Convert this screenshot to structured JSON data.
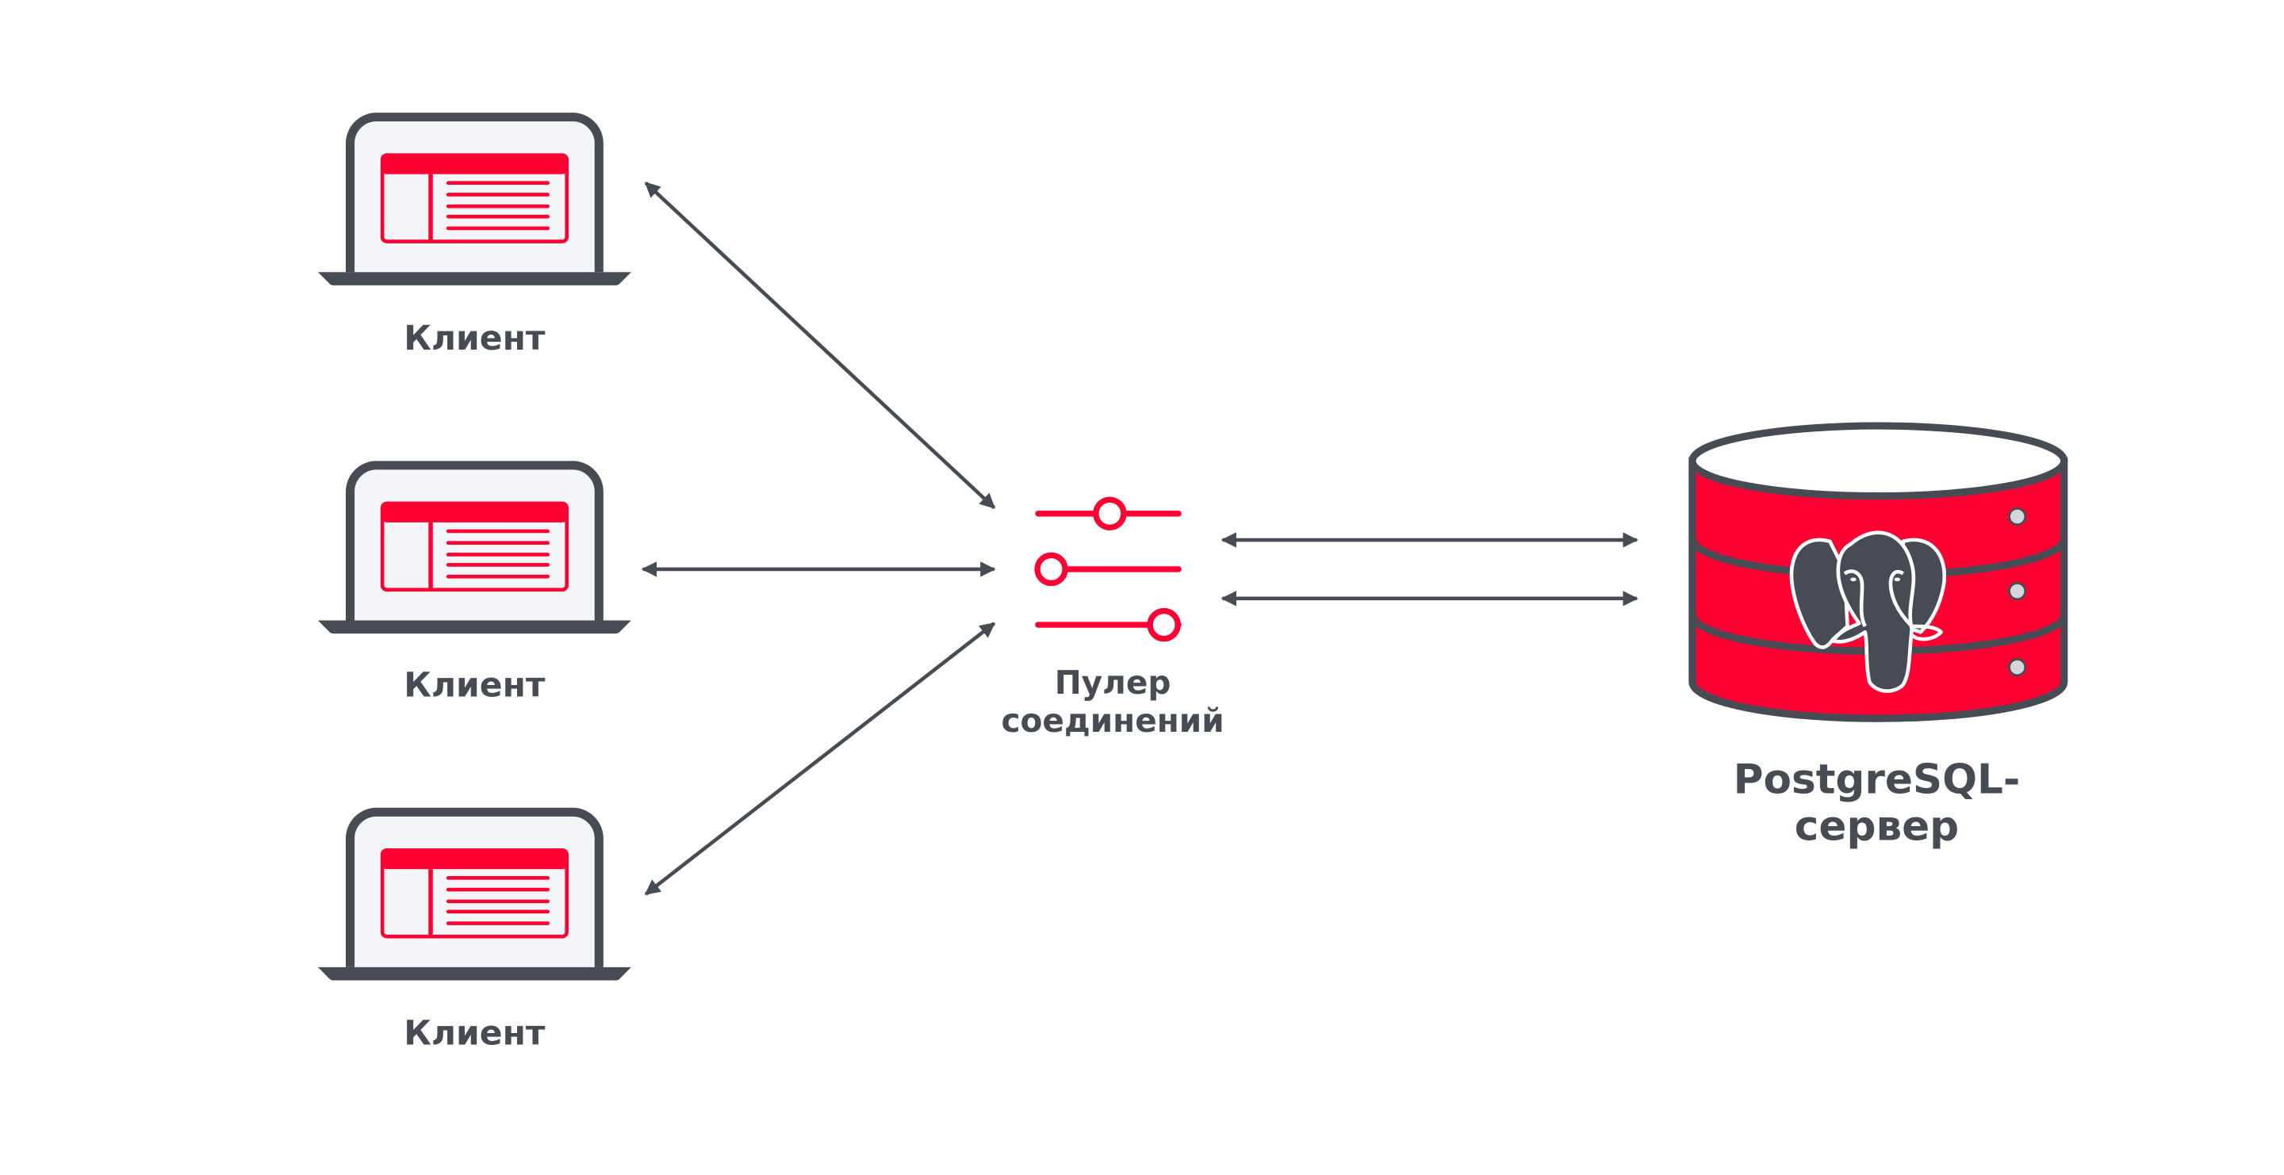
{
  "colors": {
    "accent": "#ff0032",
    "dark": "#474b53",
    "screen": "#f4f5f9",
    "indicator": "#d6d6d8"
  },
  "clients": [
    {
      "label": "Клиент",
      "icon": "laptop-icon"
    },
    {
      "label": "Клиент",
      "icon": "laptop-icon"
    },
    {
      "label": "Клиент",
      "icon": "laptop-icon"
    }
  ],
  "pooler": {
    "label_line1": "Пулер",
    "label_line2": "соединений",
    "icon": "sliders-icon"
  },
  "server": {
    "label_line1": "PostgreSQL-",
    "label_line2": "сервер",
    "icon": "database-postgresql-icon"
  },
  "arrows": [
    "bidirectional",
    "bidirectional",
    "bidirectional",
    "bidirectional",
    "bidirectional"
  ]
}
